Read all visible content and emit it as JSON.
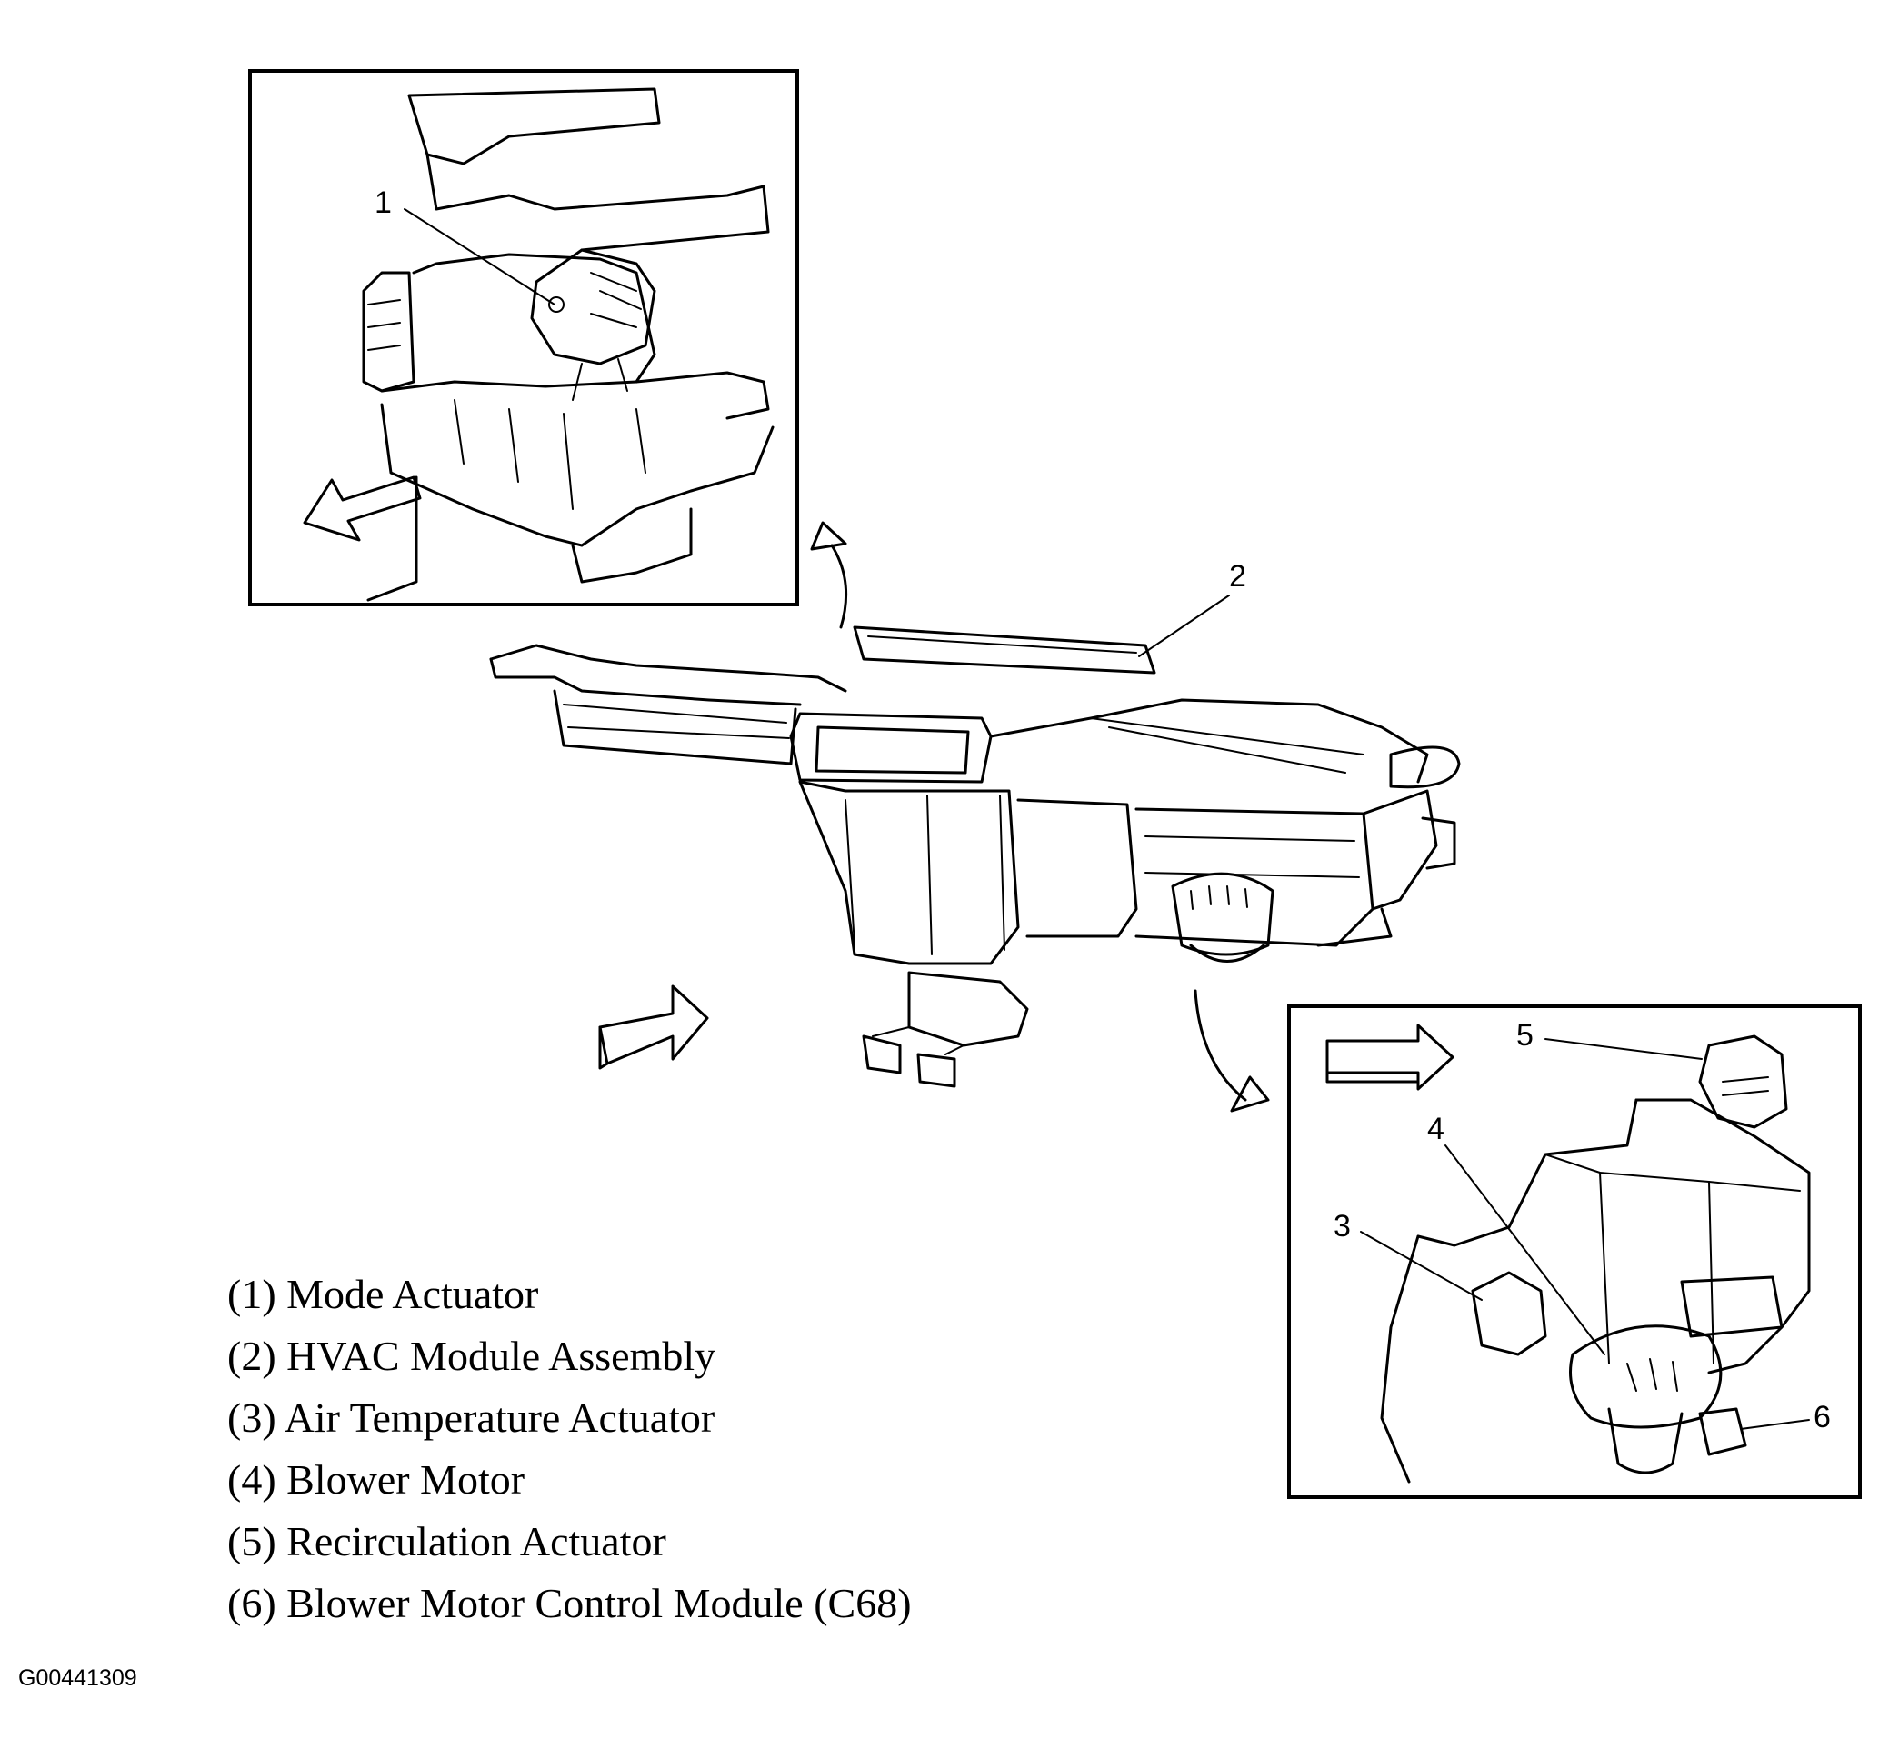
{
  "figure_id": "G00441309",
  "callouts": [
    {
      "number": "1",
      "label": "Mode Actuator"
    },
    {
      "number": "2",
      "label": "HVAC Module Assembly"
    },
    {
      "number": "3",
      "label": "Air Temperature Actuator"
    },
    {
      "number": "4",
      "label": "Blower Motor"
    },
    {
      "number": "5",
      "label": "Recirculation Actuator"
    },
    {
      "number": "6",
      "label": "Blower Motor Control Module (C68)"
    }
  ],
  "legend": [
    "(1) Mode Actuator",
    "(2) HVAC Module Assembly",
    "(3) Air Temperature Actuator",
    "(4) Blower Motor",
    "(5) Recirculation Actuator",
    "(6) Blower Motor Control Module (C68)"
  ]
}
